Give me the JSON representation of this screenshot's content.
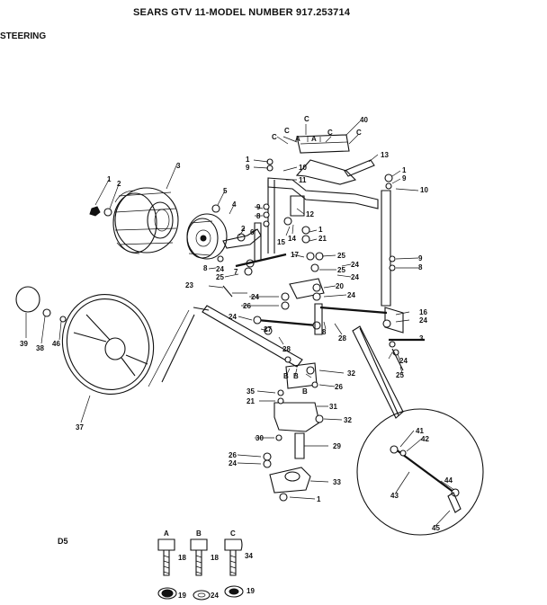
{
  "header": {
    "title": "SEARS GTV 11-MODEL NUMBER 917.253714",
    "section": "STEERING",
    "diagram_code": "D5"
  },
  "callouts": [
    {
      "id": "c-40",
      "text": "40"
    },
    {
      "id": "c-C1",
      "text": "C"
    },
    {
      "id": "c-C2",
      "text": "C"
    },
    {
      "id": "c-C3",
      "text": "C"
    },
    {
      "id": "c-C4",
      "text": "C"
    },
    {
      "id": "c-A1",
      "text": "A"
    },
    {
      "id": "c-A2",
      "text": "A"
    },
    {
      "id": "c-C5",
      "text": "C"
    },
    {
      "id": "c-1a",
      "text": "1"
    },
    {
      "id": "c-9a",
      "text": "9"
    },
    {
      "id": "c-10a",
      "text": "10"
    },
    {
      "id": "c-11",
      "text": "11"
    },
    {
      "id": "c-13",
      "text": "13"
    },
    {
      "id": "c-1b",
      "text": "1"
    },
    {
      "id": "c-9b",
      "text": "9"
    },
    {
      "id": "c-10b",
      "text": "10"
    },
    {
      "id": "c-3",
      "text": "3"
    },
    {
      "id": "c-1c",
      "text": "1"
    },
    {
      "id": "c-2a",
      "text": "2"
    },
    {
      "id": "c-5",
      "text": "5"
    },
    {
      "id": "c-4",
      "text": "4"
    },
    {
      "id": "c-9c",
      "text": "9"
    },
    {
      "id": "c-8a",
      "text": "8"
    },
    {
      "id": "c-12",
      "text": "12"
    },
    {
      "id": "c-2b",
      "text": "2"
    },
    {
      "id": "c-6",
      "text": "6"
    },
    {
      "id": "c-15",
      "text": "15"
    },
    {
      "id": "c-14",
      "text": "14"
    },
    {
      "id": "c-1d",
      "text": "1"
    },
    {
      "id": "c-21a",
      "text": "21"
    },
    {
      "id": "c-17",
      "text": "17"
    },
    {
      "id": "c-25a",
      "text": "25"
    },
    {
      "id": "c-24a",
      "text": "24"
    },
    {
      "id": "c-25b",
      "text": "25"
    },
    {
      "id": "c-24b",
      "text": "24"
    },
    {
      "id": "c-9d",
      "text": "9"
    },
    {
      "id": "c-8b",
      "text": "8"
    },
    {
      "id": "c-8c",
      "text": "8"
    },
    {
      "id": "c-24c",
      "text": "24"
    },
    {
      "id": "c-7",
      "text": "7"
    },
    {
      "id": "c-25c",
      "text": "25"
    },
    {
      "id": "c-23",
      "text": "23"
    },
    {
      "id": "c-20",
      "text": "20"
    },
    {
      "id": "c-24d",
      "text": "24"
    },
    {
      "id": "c-24e",
      "text": "24"
    },
    {
      "id": "c-26a",
      "text": "26"
    },
    {
      "id": "c-16",
      "text": "16"
    },
    {
      "id": "c-24f",
      "text": "24"
    },
    {
      "id": "c-24g",
      "text": "24"
    },
    {
      "id": "c-27",
      "text": "27"
    },
    {
      "id": "c-28a",
      "text": "28"
    },
    {
      "id": "c-28b",
      "text": "28"
    },
    {
      "id": "c-8d",
      "text": "8"
    },
    {
      "id": "c-24h",
      "text": "24"
    },
    {
      "id": "c-3b",
      "text": "3"
    },
    {
      "id": "c-25d",
      "text": "25"
    },
    {
      "id": "c-39",
      "text": "39"
    },
    {
      "id": "c-38",
      "text": "38"
    },
    {
      "id": "c-46",
      "text": "46"
    },
    {
      "id": "c-37",
      "text": "37"
    },
    {
      "id": "c-32a",
      "text": "32"
    },
    {
      "id": "c-B1",
      "text": "B"
    },
    {
      "id": "c-B2",
      "text": "B"
    },
    {
      "id": "c-B3",
      "text": "B"
    },
    {
      "id": "c-26b",
      "text": "26"
    },
    {
      "id": "c-35",
      "text": "35"
    },
    {
      "id": "c-21b",
      "text": "21"
    },
    {
      "id": "c-31",
      "text": "31"
    },
    {
      "id": "c-32b",
      "text": "32"
    },
    {
      "id": "c-30",
      "text": "30"
    },
    {
      "id": "c-29",
      "text": "29"
    },
    {
      "id": "c-26c",
      "text": "26"
    },
    {
      "id": "c-24i",
      "text": "24"
    },
    {
      "id": "c-33",
      "text": "33"
    },
    {
      "id": "c-1e",
      "text": "1"
    },
    {
      "id": "c-41",
      "text": "41"
    },
    {
      "id": "c-42",
      "text": "42"
    },
    {
      "id": "c-43",
      "text": "43"
    },
    {
      "id": "c-44",
      "text": "44"
    },
    {
      "id": "c-45",
      "text": "45"
    },
    {
      "id": "c-hwA",
      "text": "A"
    },
    {
      "id": "c-hwB",
      "text": "B"
    },
    {
      "id": "c-hwC",
      "text": "C"
    },
    {
      "id": "c-18a",
      "text": "18"
    },
    {
      "id": "c-18b",
      "text": "18"
    },
    {
      "id": "c-34",
      "text": "34"
    },
    {
      "id": "c-19a",
      "text": "19"
    },
    {
      "id": "c-24j",
      "text": "24"
    },
    {
      "id": "c-19b",
      "text": "19"
    }
  ]
}
